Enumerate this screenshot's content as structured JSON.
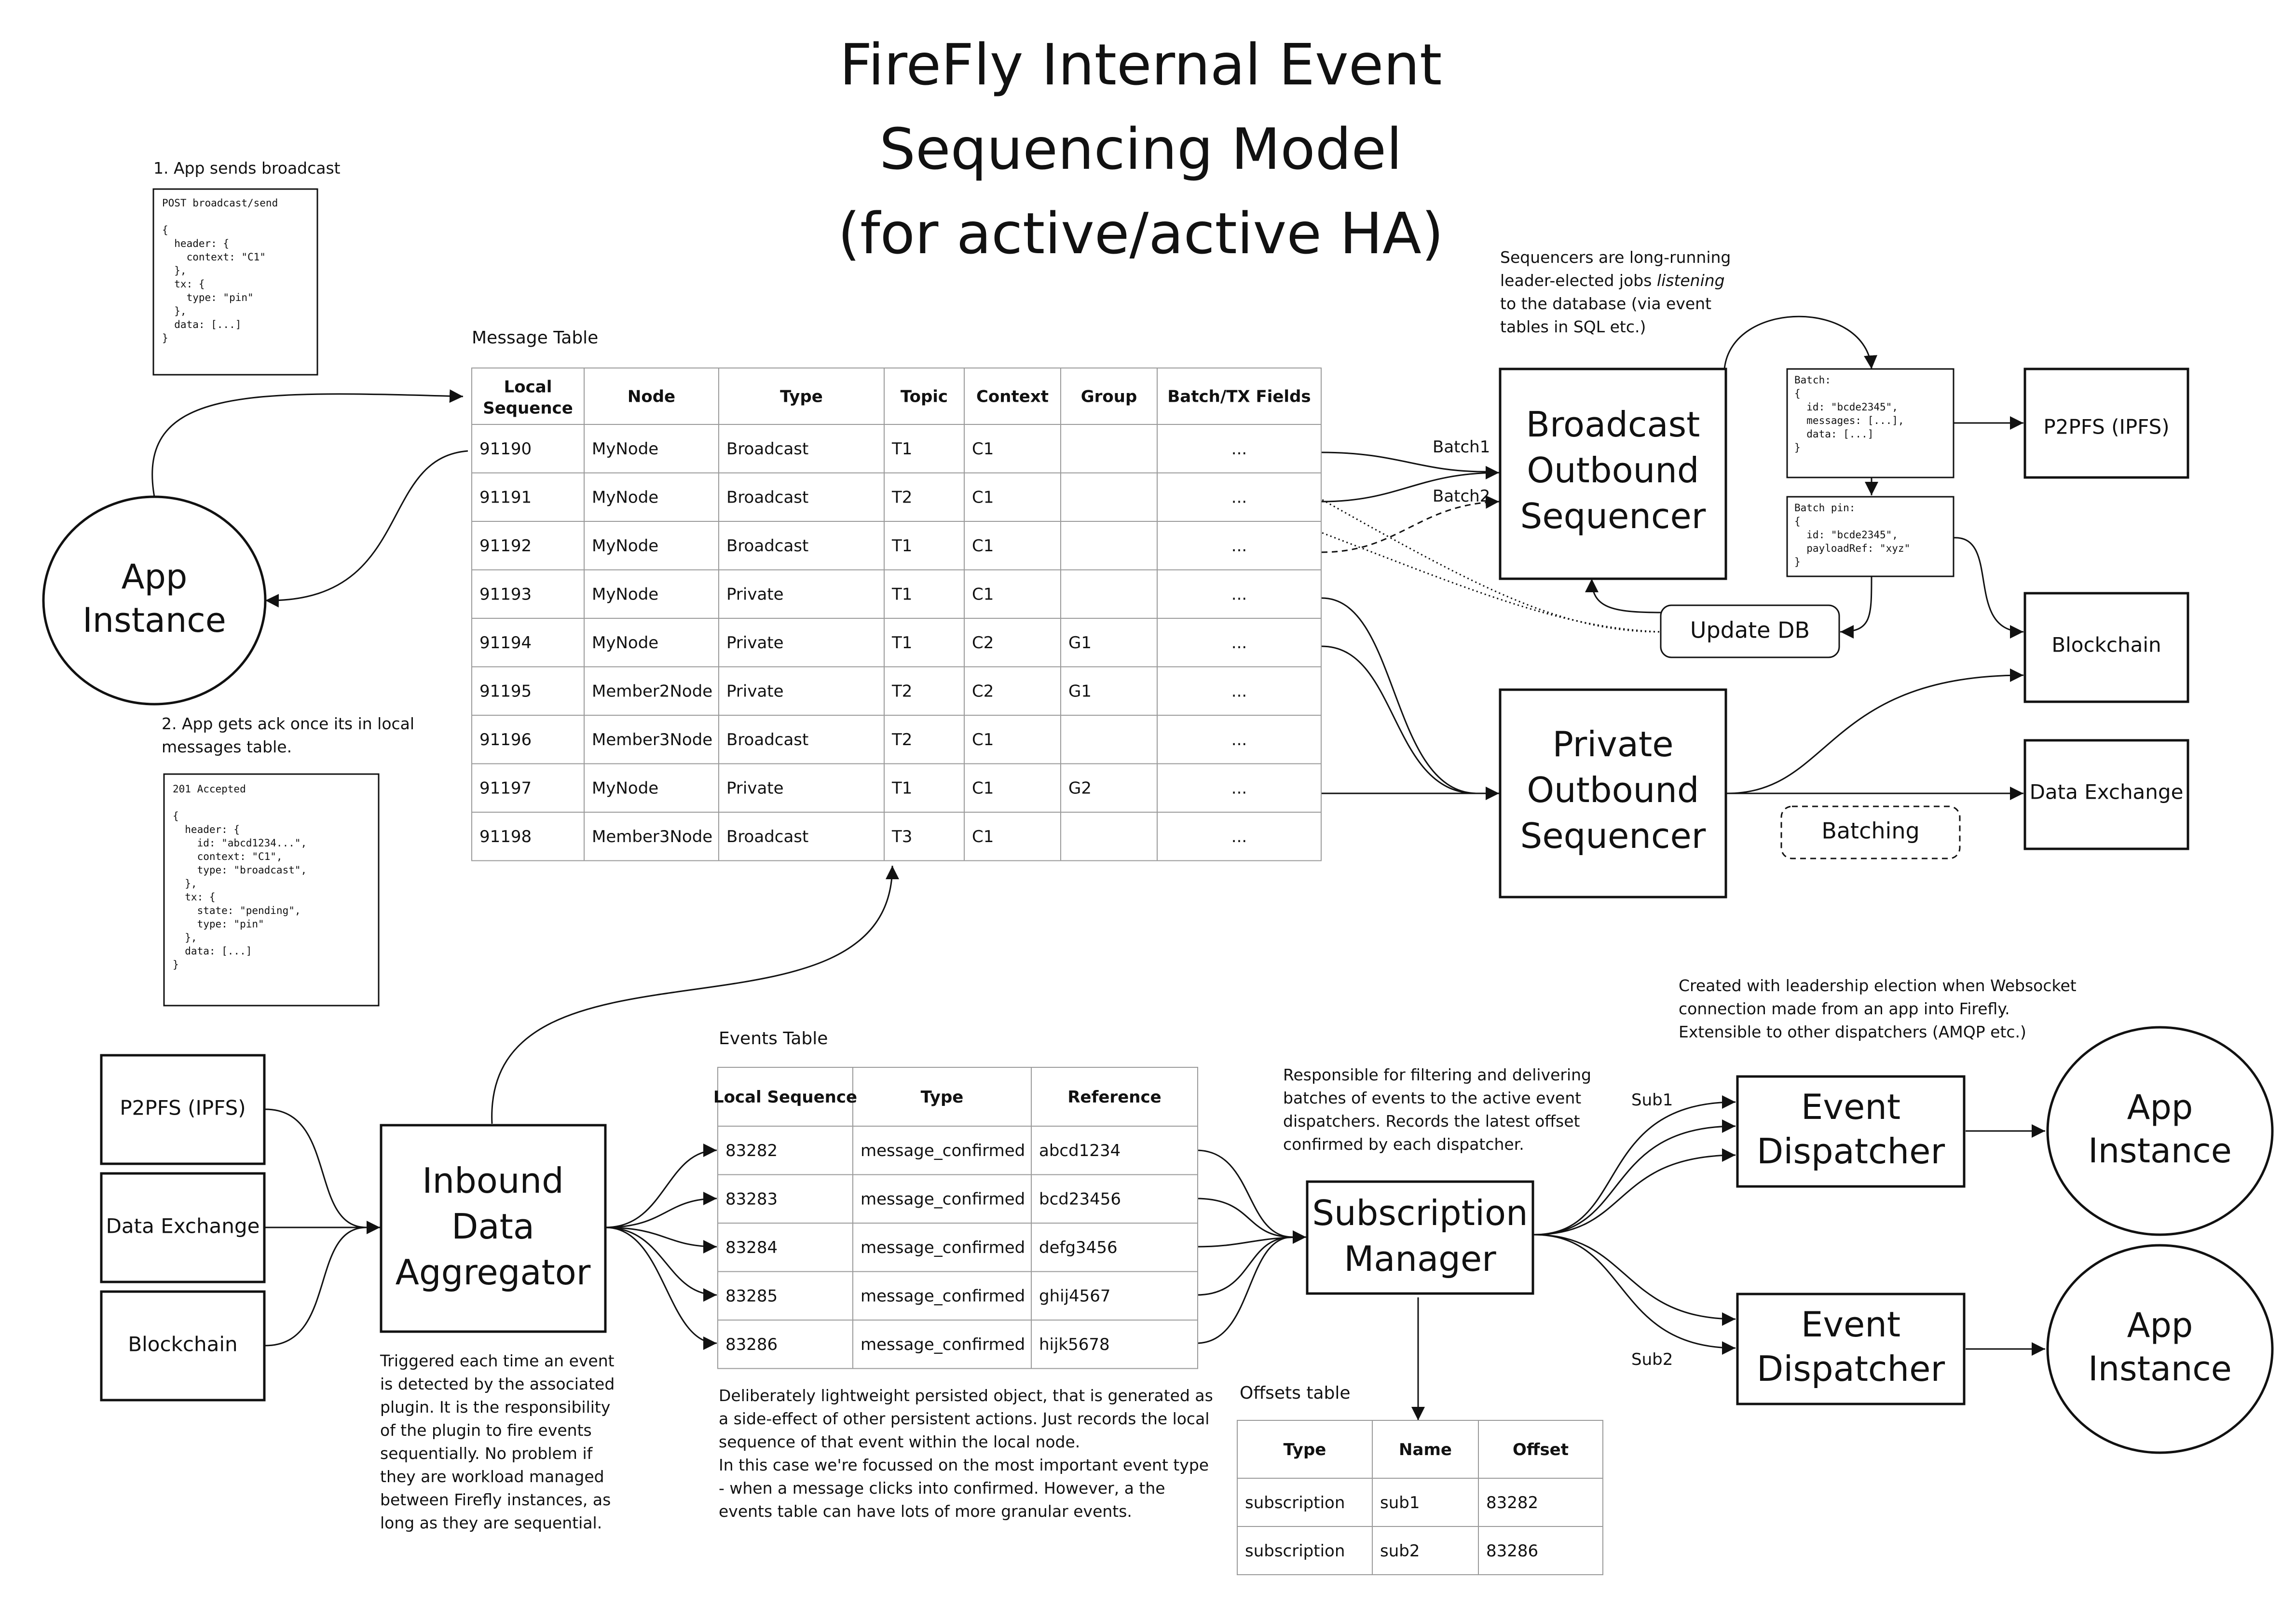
{
  "title": [
    "FireFly Internal Event",
    "Sequencing Model",
    "(for active/active HA)"
  ],
  "notes": {
    "app_sends": "1. App sends broadcast",
    "app_ack": [
      "2. App gets ack once its in local",
      "messages table."
    ],
    "sequencers": [
      "Sequencers are long-running",
      "leader-elected jobs ",
      "listening",
      "to the database (via event",
      "tables in SQL etc.)"
    ],
    "created_dispatchers": [
      "Created with leadership election when Websocket",
      "connection made from an app into Firefly.",
      "Extensible to other dispatchers (AMQP etc.)"
    ],
    "subscription_manager": [
      "Responsible for filtering and delivering",
      "batches of events to the active event",
      "dispatchers. Records the latest offset",
      "confirmed by each dispatcher."
    ],
    "inbound": [
      "Triggered each time an event",
      "is detected by the associated",
      "plugin. It is the responsibility",
      "of the plugin to fire events",
      "sequentially. No problem if",
      "they are workload managed",
      "between Firefly instances, as",
      "long as they are sequential."
    ],
    "events": [
      "Deliberately lightweight persisted object, that is generated as",
      "a side-effect of other persistent actions. Just records the local",
      "sequence of that event within the local node.",
      "In this case we're focussed on the most important event type",
      "- when a message clicks into confirmed. However, a the",
      "events table can have lots of more granular events."
    ]
  },
  "code": {
    "broadcast_send": [
      "POST broadcast/send",
      "",
      "{",
      "  header: {",
      "    context: \"C1\"",
      "  },",
      "  tx: {",
      "    type: \"pin\"",
      "  },",
      "  data: [...]",
      "}"
    ],
    "accepted": [
      "201 Accepted",
      "",
      "{",
      "  header: {",
      "    id: \"abcd1234...\",",
      "    context: \"C1\",",
      "    type: \"broadcast\",",
      "  },",
      "  tx: {",
      "    state: \"pending\",",
      "    type: \"pin\"",
      "  },",
      "  data: [...]",
      "}"
    ],
    "batch": [
      "Batch:",
      "{",
      "  id: \"bcde2345\",",
      "  messages: [...],",
      "  data: [...]",
      "}"
    ],
    "batch_pin": [
      "Batch pin:",
      "{",
      "  id: \"bcde2345\",",
      "  payloadRef: \"xyz\"",
      "}"
    ]
  },
  "nodes": {
    "app_instance": [
      "App",
      "Instance"
    ],
    "broadcast_sequencer": [
      "Broadcast",
      "Outbound",
      "Sequencer"
    ],
    "private_sequencer": [
      "Private",
      "Outbound",
      "Sequencer"
    ],
    "p2pfs": "P2PFS (IPFS)",
    "blockchain": "Blockchain",
    "data_exchange": "Data Exchange",
    "update_db": "Update DB",
    "batching": "Batching",
    "inbound_aggregator": [
      "Inbound",
      "Data",
      "Aggregator"
    ],
    "subscription_manager": [
      "Subscription",
      "Manager"
    ],
    "event_dispatcher": [
      "Event",
      "Dispatcher"
    ]
  },
  "edge_labels": {
    "batch1": "Batch1",
    "batch2": "Batch2",
    "sub1": "Sub1",
    "sub2": "Sub2"
  },
  "message_table": {
    "title": "Message Table",
    "headers": [
      "Local Sequence",
      "Node",
      "Type",
      "Topic",
      "Context",
      "Group",
      "Batch/TX Fields"
    ],
    "rows": [
      [
        "91190",
        "MyNode",
        "Broadcast",
        "T1",
        "C1",
        "",
        "..."
      ],
      [
        "91191",
        "MyNode",
        "Broadcast",
        "T2",
        "C1",
        "",
        "..."
      ],
      [
        "91192",
        "MyNode",
        "Broadcast",
        "T1",
        "C1",
        "",
        "..."
      ],
      [
        "91193",
        "MyNode",
        "Private",
        "T1",
        "C1",
        "",
        "..."
      ],
      [
        "91194",
        "MyNode",
        "Private",
        "T1",
        "C2",
        "G1",
        "..."
      ],
      [
        "91195",
        "Member2Node",
        "Private",
        "T2",
        "C2",
        "G1",
        "..."
      ],
      [
        "91196",
        "Member3Node",
        "Broadcast",
        "T2",
        "C1",
        "",
        "..."
      ],
      [
        "91197",
        "MyNode",
        "Private",
        "T1",
        "C1",
        "G2",
        "..."
      ],
      [
        "91198",
        "Member3Node",
        "Broadcast",
        "T3",
        "C1",
        "",
        "..."
      ]
    ]
  },
  "events_table": {
    "title": "Events Table",
    "headers": [
      "Local Sequence",
      "Type",
      "Reference"
    ],
    "rows": [
      [
        "83282",
        "message_confirmed",
        "abcd1234"
      ],
      [
        "83283",
        "message_confirmed",
        "bcd23456"
      ],
      [
        "83284",
        "message_confirmed",
        "defg3456"
      ],
      [
        "83285",
        "message_confirmed",
        "ghij4567"
      ],
      [
        "83286",
        "message_confirmed",
        "hijk5678"
      ]
    ]
  },
  "offsets_table": {
    "title": "Offsets table",
    "headers": [
      "Type",
      "Name",
      "Offset"
    ],
    "rows": [
      [
        "subscription",
        "sub1",
        "83282"
      ],
      [
        "subscription",
        "sub2",
        "83286"
      ]
    ]
  }
}
